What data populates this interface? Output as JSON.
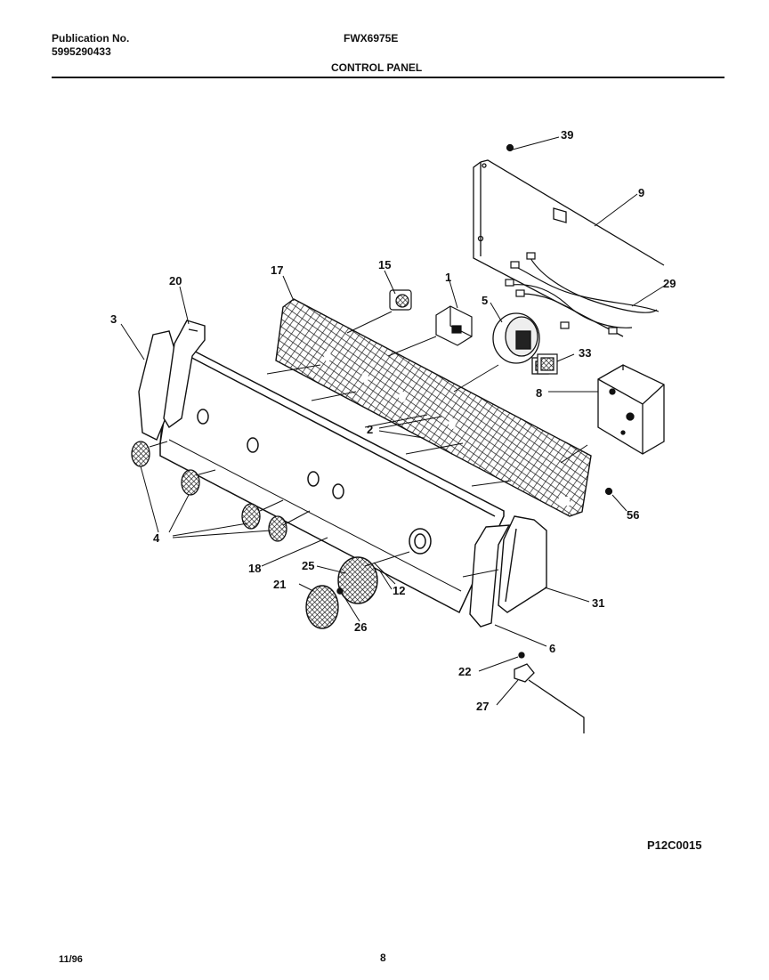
{
  "header": {
    "publication_label": "Publication No.",
    "publication_number": "5995290433",
    "model": "FWX6975E",
    "section_title": "CONTROL PANEL"
  },
  "footer": {
    "date": "11/96",
    "page_number": "8",
    "drawing_code": "P12C0015"
  },
  "callouts": {
    "c1": "1",
    "c2": "2",
    "c3": "3",
    "c4": "4",
    "c5": "5",
    "c6": "6",
    "c8": "8",
    "c9": "9",
    "c12": "12",
    "c15": "15",
    "c17": "17",
    "c18": "18",
    "c20": "20",
    "c21": "21",
    "c22": "22",
    "c25": "25",
    "c26": "26",
    "c27": "27",
    "c29": "29",
    "c31": "31",
    "c33": "33",
    "c39": "39",
    "c56": "56"
  }
}
